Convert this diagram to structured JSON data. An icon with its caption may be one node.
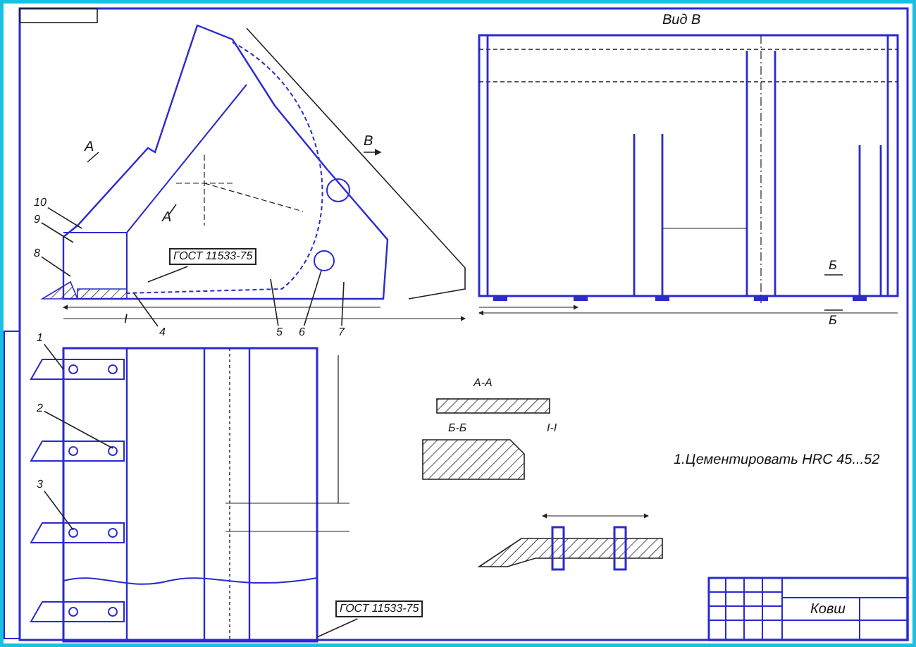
{
  "diagram": {
    "nodes": [
      {
        "text": [
          "10"
        ]
      },
      {
        "text": [
          "9"
        ]
      },
      {
        "text": [
          "8"
        ]
      },
      {
        "text": [
          "4"
        ]
      },
      {
        "text": [
          "5"
        ]
      },
      {
        "text": [
          "6"
        ]
      },
      {
        "text": [
          "7"
        ]
      },
      {
        "text": [
          "ГОСТ 11533-75"
        ]
      },
      {
        "text": [
          "1"
        ]
      },
      {
        "text": [
          "2"
        ]
      },
      {
        "text": [
          "3"
        ]
      },
      {
        "text": [
          "ГОСТ 11533-75"
        ]
      }
    ],
    "edges": [
      {
        "from": 0,
        "to": null,
        "arrow": "none"
      },
      {
        "from": 1,
        "to": null,
        "arrow": "none"
      },
      {
        "from": 2,
        "to": null,
        "arrow": "none"
      },
      {
        "from": 3,
        "to": null,
        "arrow": "none"
      },
      {
        "from": 4,
        "to": null,
        "arrow": "none"
      },
      {
        "from": 5,
        "to": null,
        "arrow": "none"
      },
      {
        "from": 6,
        "to": null,
        "arrow": "none"
      },
      {
        "from": 7,
        "to": null,
        "arrow": "none"
      },
      {
        "from": 8,
        "to": null,
        "arrow": "none"
      },
      {
        "from": 9,
        "to": null,
        "arrow": "none"
      },
      {
        "from": 10,
        "to": null,
        "arrow": "none"
      },
      {
        "from": 11,
        "to": null,
        "arrow": "none"
      }
    ],
    "labels": [
      "А",
      "А",
      "В",
      "Вид В",
      "I",
      "Б",
      "Б",
      "А-А",
      "Б-Б",
      "I-I",
      "1.Цементировать HRC 45...52",
      "Ковш"
    ]
  }
}
